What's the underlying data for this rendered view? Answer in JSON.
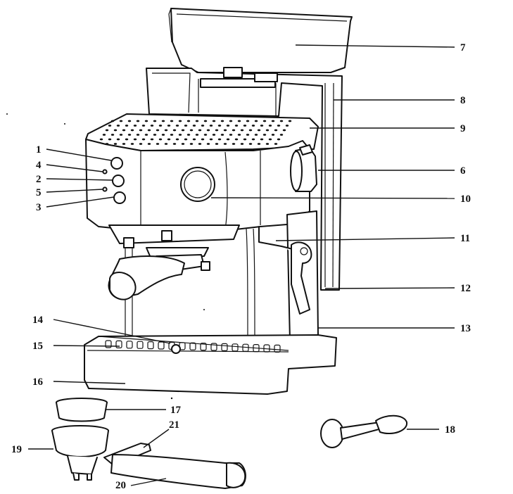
{
  "labels": {
    "l1": "1",
    "l2": "2",
    "l3": "3",
    "l4": "4",
    "l5": "5",
    "l6": "6",
    "l7": "7",
    "l8": "8",
    "l9": "9",
    "l10": "10",
    "l11": "11",
    "l12": "12",
    "l13": "13",
    "l14": "14",
    "l15": "15",
    "l16": "16",
    "l17": "17",
    "l18": "18",
    "l19": "19",
    "l20": "20",
    "l21": "21"
  },
  "colors": {
    "ink": "#111111",
    "paper": "#ffffff"
  }
}
